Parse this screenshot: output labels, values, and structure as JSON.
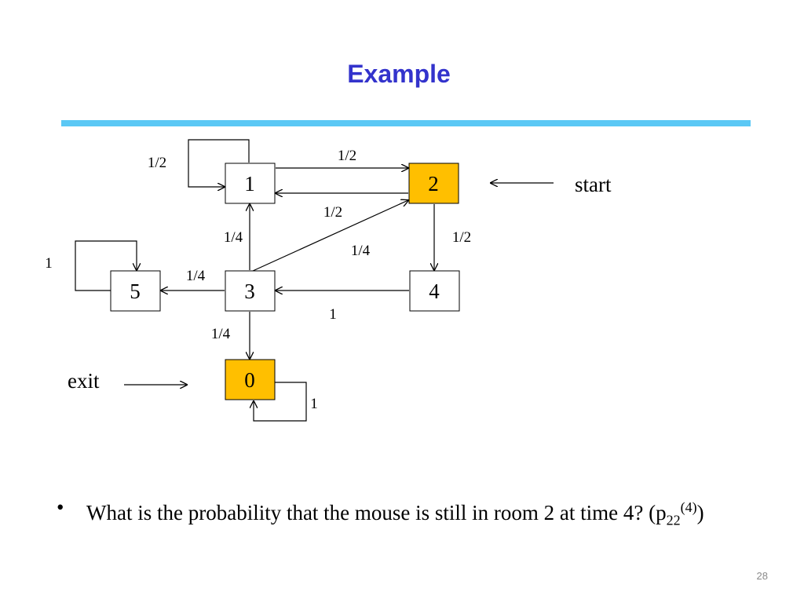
{
  "title": "Example",
  "nodes": {
    "n0": "0",
    "n1": "1",
    "n2": "2",
    "n3": "3",
    "n4": "4",
    "n5": "5"
  },
  "edge_labels": {
    "loop_1": "1/2",
    "e1_2": "1/2",
    "e2_1": "1/2",
    "e3_1": "1/4",
    "e3_2": "1/4",
    "e2_4": "1/2",
    "loop_5": "1",
    "e3_5": "1/4",
    "e4_3": "1",
    "e3_0": "1/4",
    "loop_0": "1"
  },
  "labels": {
    "start": "start",
    "exit": "exit"
  },
  "question": {
    "bullet": "•",
    "text_before": "What is the probability that the mouse is still in room 2 at time 4? (p",
    "subscript": "22",
    "superscript": "(4)",
    "text_after": ")"
  },
  "page_number": "28",
  "colors": {
    "title": "#3333cc",
    "rule": "#5bc8f5",
    "highlight_node": "#ffbf00"
  }
}
